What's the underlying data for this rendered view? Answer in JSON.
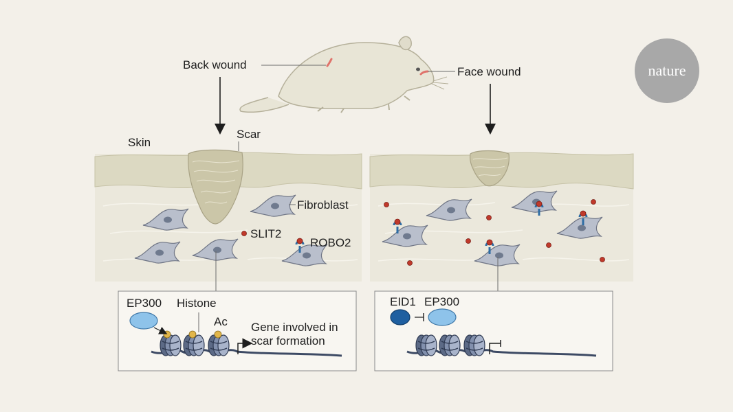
{
  "mouse": {
    "back_wound_label": "Back wound",
    "face_wound_label": "Face wound"
  },
  "skin_panel": {
    "skin_label": "Skin",
    "scar_label": "Scar",
    "fibroblast_label": "Fibroblast",
    "slit2_label": "SLIT2",
    "robo2_label": "ROBO2"
  },
  "back_inset": {
    "ep300_label": "EP300",
    "histone_label": "Histone",
    "ac_label": "Ac",
    "gene_label_line1": "Gene involved in",
    "gene_label_line2": "scar formation"
  },
  "face_inset": {
    "eid1_label": "EID1",
    "ep300_label": "EP300"
  },
  "logo": {
    "text": "nature"
  },
  "colors": {
    "background": "#f3f0e9",
    "skin_top": "#dcd9c2",
    "dermis": "#ebe8dc",
    "scar": "#cbc6a8",
    "cell": "#b9bfcc",
    "cell_outline": "#6f7585",
    "slit2": "#c0392b",
    "robo2": "#2e6da4",
    "ep300": "#8ec3ea",
    "eid1": "#1f5fa0",
    "acetyl": "#e2b64a",
    "dna": "#3d4a64",
    "logo_circle": "#a8a8a8"
  }
}
